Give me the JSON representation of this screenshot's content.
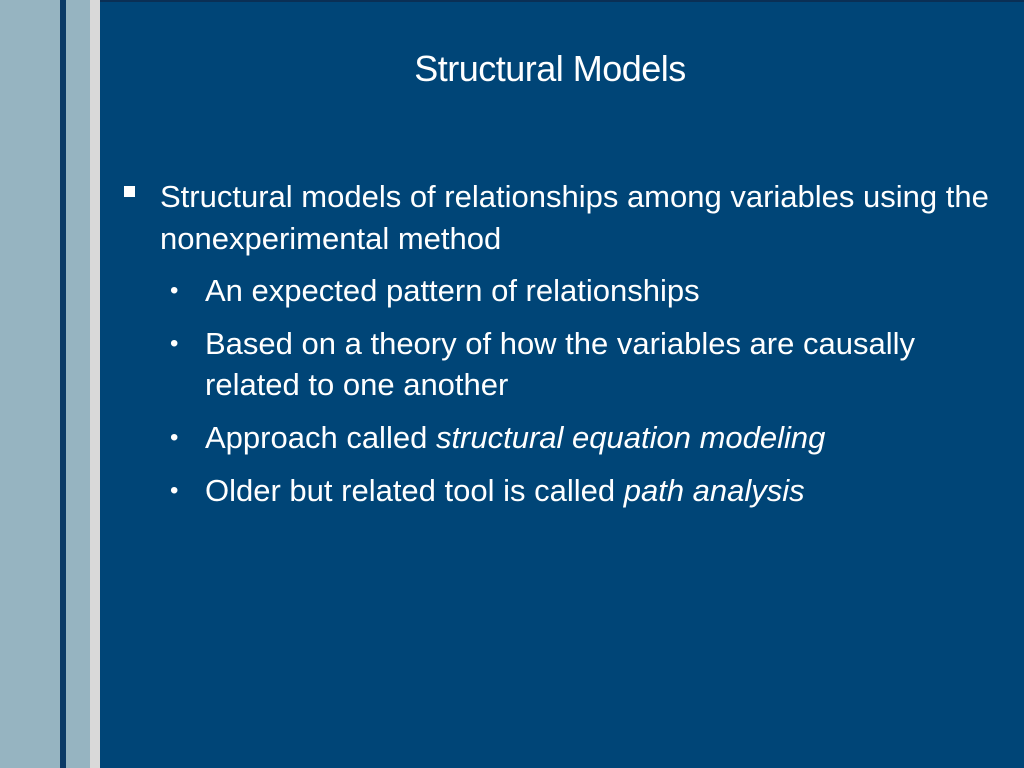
{
  "slide": {
    "title": "Structural Models",
    "bullets": [
      {
        "text": "Structural models of relationships among variables using the nonexperimental method",
        "subbullets": [
          {
            "text": "An expected pattern of relationships",
            "italic": ""
          },
          {
            "text": "Based on a theory of how the variables are causally related to one another",
            "italic": ""
          },
          {
            "text": "Approach called ",
            "italic": "structural equation modeling"
          },
          {
            "text": "Older but related tool is called ",
            "italic": "path analysis"
          }
        ]
      }
    ]
  },
  "colors": {
    "background": "#004577",
    "stripe_left": "#96b4c1",
    "stripe_dark": "#0b3a66",
    "stripe_light": "#d9d9d9",
    "text": "#ffffff"
  },
  "icons": {
    "bullet_level1": "square-bullet-icon",
    "bullet_level2": "dot-bullet-icon"
  }
}
